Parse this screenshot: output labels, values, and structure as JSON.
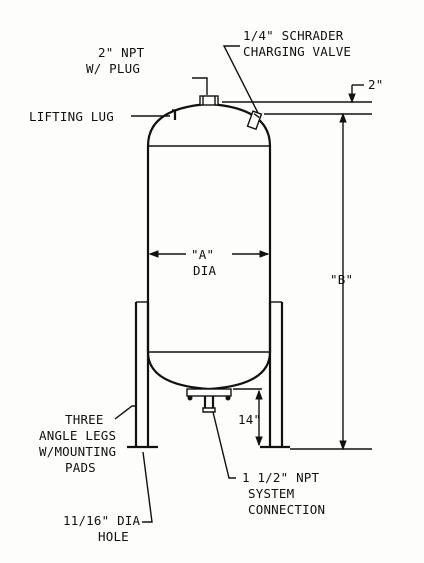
{
  "labels": {
    "npt_plug_line1": "2\" NPT",
    "npt_plug_line2": "W/ PLUG",
    "schrader_line1": "1/4\" SCHRADER",
    "schrader_line2": "CHARGING VALVE",
    "lifting_lug": "LIFTING LUG",
    "top_offset": "2\"",
    "dia_line1": "\"A\"",
    "dia_line2": "DIA",
    "height": "\"B\"",
    "leg_height": "14\"",
    "legs_line1": "THREE",
    "legs_line2": "ANGLE LEGS",
    "legs_line3": "W/MOUNTING",
    "legs_line4": "PADS",
    "hole_line1": "11/16\" DIA",
    "hole_line2": "HOLE",
    "system_line1": "1 1/2\" NPT",
    "system_line2": "SYSTEM",
    "system_line3": "CONNECTION"
  }
}
